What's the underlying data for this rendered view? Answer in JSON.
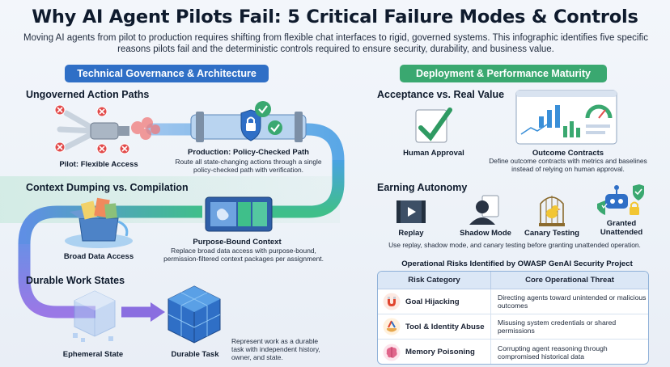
{
  "header": {
    "title": "Why AI Agent Pilots Fail: 5 Critical Failure Modes & Controls",
    "subtitle": "Moving AI agents from pilot to production requires shifting from flexible chat interfaces to rigid, governed systems. This infographic identifies five specific reasons pilots fail and the deterministic controls required to ensure security, durability, and business value."
  },
  "sections": {
    "technical": "Technical Governance & Architecture",
    "deployment": "Deployment & Performance Maturity"
  },
  "action_paths": {
    "heading": "Ungoverned Action Paths",
    "pilot_caption": "Pilot: Flexible Access",
    "production_caption": "Production: Policy-Checked Path",
    "production_desc": "Route all state-changing actions through a single policy-checked path with verification."
  },
  "context": {
    "heading": "Context Dumping vs. Compilation",
    "broad_caption": "Broad Data Access",
    "purpose_caption": "Purpose-Bound Context",
    "purpose_desc": "Replace broad data access with purpose-bound, permission-filtered context packages per assignment."
  },
  "work_states": {
    "heading": "Durable Work States",
    "ephemeral_caption": "Ephemeral State",
    "durable_caption": "Durable Task",
    "durable_desc": "Represent work as a durable task with independent history, owner, and state."
  },
  "acceptance": {
    "heading": "Acceptance vs. Real Value",
    "human_caption": "Human Approval",
    "outcome_caption": "Outcome Contracts",
    "outcome_desc": "Define outcome contracts with metrics and baselines instead of relying on human approval."
  },
  "autonomy": {
    "heading": "Earning Autonomy",
    "steps": [
      {
        "label": "Replay"
      },
      {
        "label": "Shadow Mode"
      },
      {
        "label": "Canary Testing"
      },
      {
        "label": "Granted Unattended"
      }
    ],
    "desc": "Use replay, shadow mode, and canary testing before granting unattended operation."
  },
  "risks": {
    "title": "Operational Risks Identified by OWASP GenAI Security Project",
    "col_category": "Risk Category",
    "col_threat": "Core Operational Threat",
    "rows": [
      {
        "category": "Goal Hijacking",
        "threat": "Directing agents toward unintended or malicious outcomes",
        "icon": "magnet-icon"
      },
      {
        "category": "Tool & Identity Abuse",
        "threat": "Misusing system credentials or shared permissions",
        "icon": "hand-tools-icon"
      },
      {
        "category": "Memory Poisoning",
        "threat": "Corrupting agent reasoning through compromised historical data",
        "icon": "brain-icon"
      }
    ]
  },
  "colors": {
    "technical_pill": "#2f6fc6",
    "deployment_pill": "#3aa870",
    "flow_blue": "#3a8fd8",
    "flow_green": "#3fbf8a",
    "flow_purple": "#8a6ee0"
  }
}
